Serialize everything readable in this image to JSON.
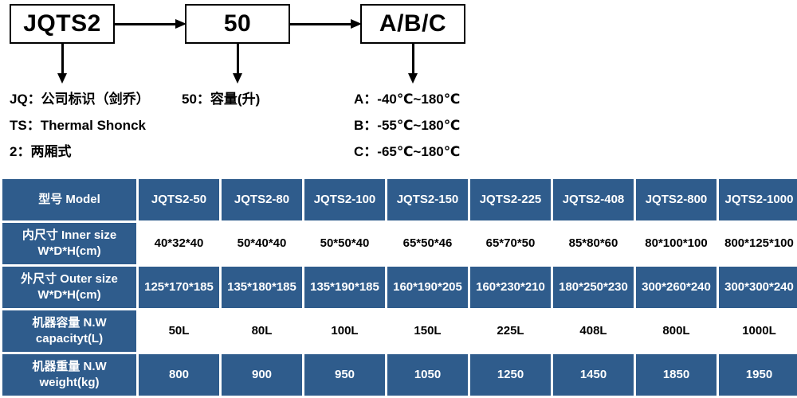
{
  "diagram": {
    "boxes": [
      {
        "name": "prefix",
        "text": "JQTS2"
      },
      {
        "name": "capacity",
        "text": "50"
      },
      {
        "name": "temp-grade",
        "text": "A/B/C"
      }
    ],
    "legend_left": [
      "JQ：公司标识（剑乔）",
      "TS：Thermal Shonck",
      "2：两厢式"
    ],
    "legend_mid": [
      "50：容量(升)"
    ],
    "legend_right": [
      "A：-40℃~180℃",
      "B：-55℃~180℃",
      "C：-65℃~180℃"
    ]
  },
  "table": {
    "header": {
      "label": "型号 Model",
      "models": [
        "JQTS2-50",
        "JQTS2-80",
        "JQTS2-100",
        "JQTS2-150",
        "JQTS2-225",
        "JQTS2-408",
        "JQTS2-800",
        "JQTS2-1000"
      ]
    },
    "rows": [
      {
        "label_line1": "内尺寸 Inner size",
        "label_line2": "W*D*H(cm)",
        "style": "white",
        "values": [
          "40*32*40",
          "50*40*40",
          "50*50*40",
          "65*50*46",
          "65*70*50",
          "85*80*60",
          "80*100*100",
          "800*125*100"
        ]
      },
      {
        "label_line1": "外尺寸 Outer size",
        "label_line2": "W*D*H(cm)",
        "style": "blue",
        "values": [
          "125*170*185",
          "135*180*185",
          "135*190*185",
          "160*190*205",
          "160*230*210",
          "180*250*230",
          "300*260*240",
          "300*300*240"
        ]
      },
      {
        "label_line1": "机器容量 N.W",
        "label_line2": "capacityt(L)",
        "style": "white",
        "values": [
          "50L",
          "80L",
          "100L",
          "150L",
          "225L",
          "408L",
          "800L",
          "1000L"
        ]
      },
      {
        "label_line1": "机器重量 N.W",
        "label_line2": "weight(kg)",
        "style": "blue",
        "values": [
          "800",
          "900",
          "950",
          "1050",
          "1250",
          "1450",
          "1850",
          "1950"
        ]
      }
    ]
  },
  "colors": {
    "header_blue": "#2f5c8c",
    "row_blue": "#2f5c8c",
    "row_white": "#ffffff",
    "line_black": "#000000"
  }
}
